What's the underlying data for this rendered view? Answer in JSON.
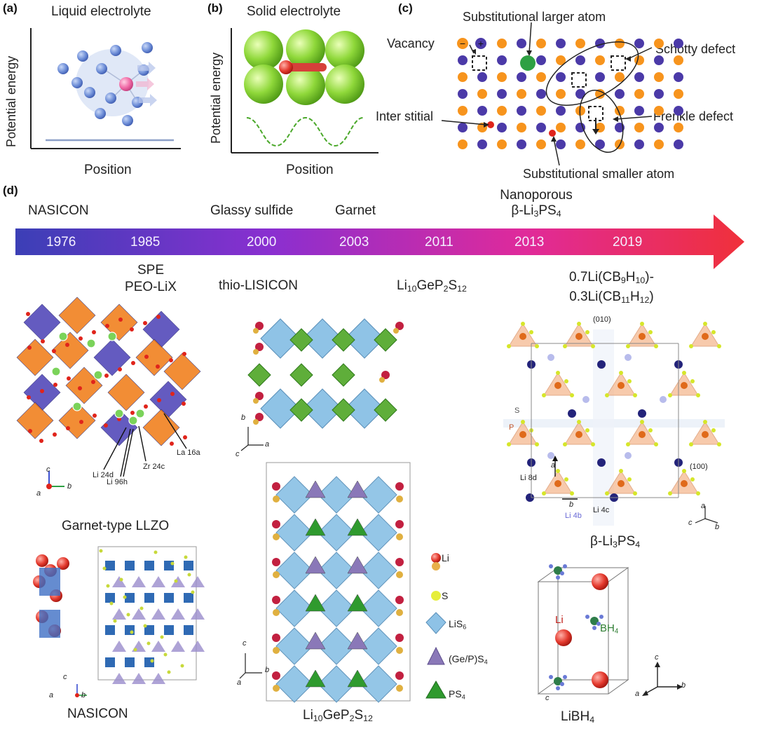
{
  "panel_a": {
    "label": "(a)",
    "title": "Liquid electrolyte",
    "y_axis": "Potential energy",
    "x_axis": "Position"
  },
  "panel_b": {
    "label": "(b)",
    "title": "Solid electrolyte",
    "y_axis": "Potential energy",
    "x_axis": "Position"
  },
  "panel_c": {
    "label": "(c)",
    "labels": {
      "substitutional_larger": "Substitutional larger atom",
      "vacancy": "Vacancy",
      "schottky": "Schotty defect",
      "interstitial": "Inter stitial",
      "frenkel": "Frenkle defect",
      "substitutional_smaller": "Substitutional smaller atom"
    },
    "signs": {
      "minus": "−",
      "plus": "+"
    },
    "colors": {
      "orange": "#f7941d",
      "purple": "#4b3aa8",
      "green": "#2ea043",
      "red": "#e0241b"
    }
  },
  "panel_d": {
    "label": "(d)",
    "timeline": {
      "years": [
        "1976",
        "1985",
        "2000",
        "2003",
        "2011",
        "2013",
        "2019"
      ],
      "above": {
        "nasicon": "NASICON",
        "glassy": "Glassy sulfide",
        "garnet": "Garnet",
        "nanoporous_1": "Nanoporous",
        "nanoporous_2_prefix": "β-Li",
        "nanoporous_2_sub1": "3",
        "nanoporous_2_mid": "PS",
        "nanoporous_2_sub2": "4"
      },
      "below": {
        "spe_1": "SPE",
        "spe_2": "PEO-LiX",
        "thio": "thio-LISICON",
        "lgps": {
          "a": "Li",
          "a_sub": "10",
          "b": "GeP",
          "b_sub": "2",
          "c": "S",
          "c_sub": "12"
        },
        "cb_line1": {
          "a": "0.7Li(CB",
          "a_sub": "9",
          "b": "H",
          "b_sub": "10",
          "c": ")-"
        },
        "cb_line2": {
          "a": "0.3Li(CB",
          "a_sub": "11",
          "b": "H",
          "b_sub": "12",
          "c": ")"
        }
      },
      "gradient": [
        "#3b3fb6",
        "#8a2fd0",
        "#e02a9a",
        "#f0303a"
      ]
    },
    "structures": {
      "garnet_caption": "Garnet-type LLZO",
      "garnet_site_labels": [
        "La 16a",
        "Li 24d",
        "Li 96h",
        "Zr 24c"
      ],
      "garnet_axes": {
        "c": "c",
        "a": "a",
        "b": "b"
      },
      "nasicon_caption": "NASICON",
      "nasicon_axes": {
        "c": "c",
        "a": "a",
        "b": "b"
      },
      "lgps_caption": {
        "a": "Li",
        "a_sub": "10",
        "b": "GeP",
        "b_sub": "2",
        "c": "S",
        "c_sub": "12"
      },
      "lgps_axes_top": {
        "b": "b",
        "c": "c",
        "a": "a"
      },
      "lgps_axes_bottom": {
        "c": "c",
        "a": "a",
        "b": "b"
      },
      "lps_caption": {
        "a": "β-Li",
        "a_sub": "3",
        "b": "PS",
        "b_sub": "4"
      },
      "lps_labels": {
        "plane_010": "(010)",
        "plane_100": "(100)",
        "s": "S",
        "p": "P",
        "a": "a",
        "li8d": "Li 8d",
        "b": "b",
        "li4c": "Li 4c",
        "li4b": "Li 4b"
      },
      "lps_axes": {
        "a": "a",
        "c": "c",
        "b": "b"
      },
      "libh4_caption": "LiBH",
      "libh4_caption_sub": "4",
      "libh4_labels": {
        "li": "Li",
        "bh4": "BH",
        "bh4_sub": "4",
        "c": "c"
      },
      "libh4_axes": {
        "c": "c",
        "a": "a",
        "b": "b"
      }
    },
    "legend": [
      {
        "name": "li",
        "label": "Li"
      },
      {
        "name": "s",
        "label": "S"
      },
      {
        "name": "lis6",
        "label": "LiS",
        "sub": "6"
      },
      {
        "name": "gep",
        "label": "(Ge/P)S",
        "sub": "4"
      },
      {
        "name": "ps4",
        "label": "PS",
        "sub": "4"
      }
    ]
  }
}
